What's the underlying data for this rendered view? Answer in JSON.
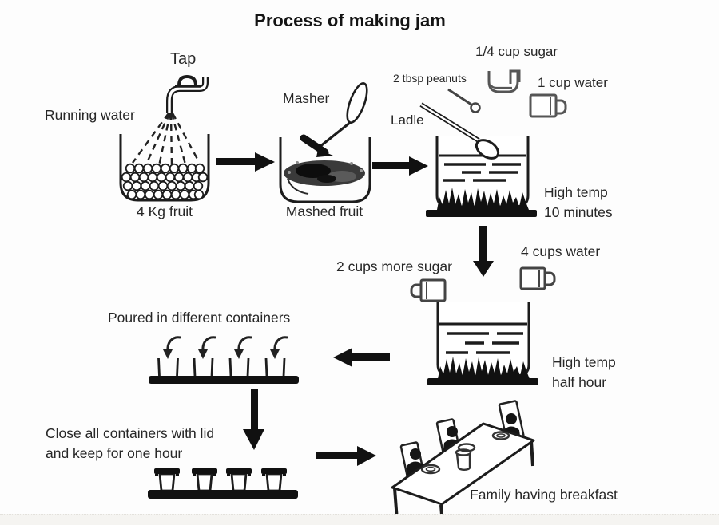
{
  "title": "Process of making jam",
  "colors": {
    "ink": "#1c1c1c",
    "text": "#272727",
    "background": "#ffffff"
  },
  "stage_wash": {
    "tap": "Tap",
    "running_water": "Running water",
    "caption": "4 Kg fruit"
  },
  "stage_mash": {
    "tool": "Masher",
    "caption": "Mashed fruit"
  },
  "stage_boil1": {
    "sugar": "1/4 cup sugar",
    "peanuts": "2 tbsp peanuts",
    "water": "1 cup water",
    "ladle": "Ladle",
    "heat": "High temp\n10 minutes"
  },
  "stage_boil2": {
    "sugar": "2 cups more sugar",
    "water": "4 cups water",
    "heat": "High temp\nhalf hour"
  },
  "stage_pour": {
    "caption": "Poured in different containers"
  },
  "stage_seal": {
    "caption": "Close all containers with lid\nand keep for one hour"
  },
  "stage_serve": {
    "caption": "Family having breakfast"
  },
  "icons": [
    "tap-faucet-icon",
    "water-spray-icon",
    "fruit-bowl-icon",
    "masher-icon",
    "mash-bowl-icon",
    "sugar-cup-icon",
    "peanut-spoon-icon",
    "water-mug-icon",
    "ladle-icon",
    "boiling-pot-icon",
    "flames-icon",
    "stove-bar-icon",
    "arrow-icon",
    "pour-containers-icon",
    "lidded-containers-icon",
    "breakfast-table-icon"
  ]
}
